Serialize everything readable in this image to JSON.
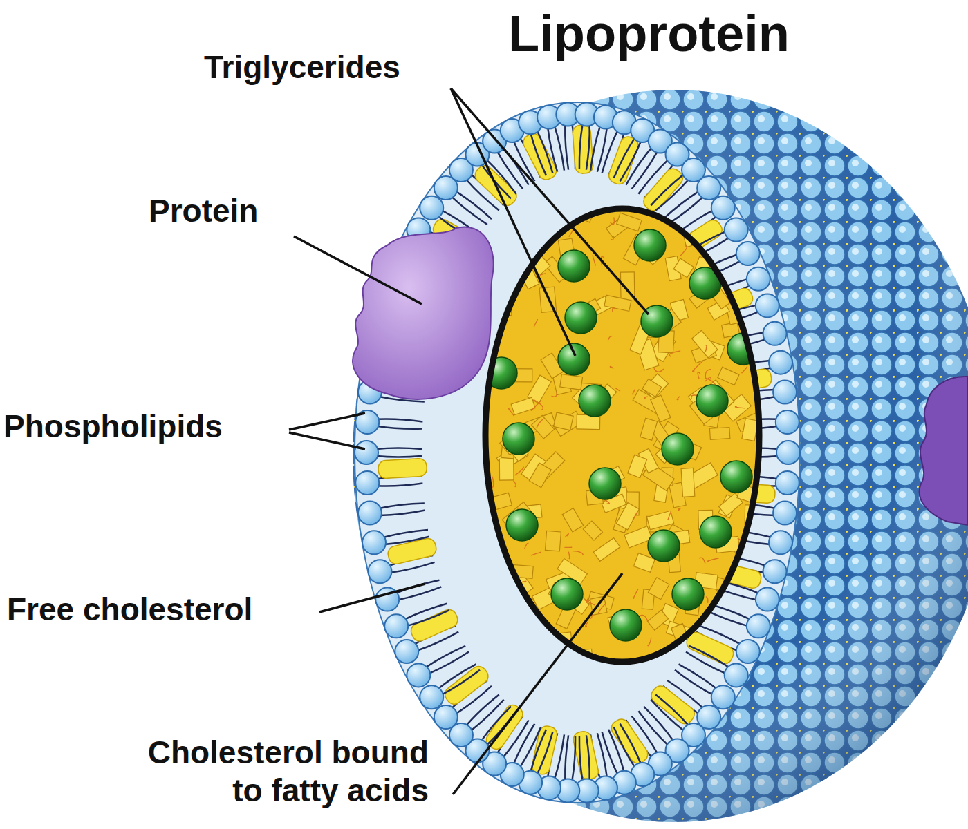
{
  "diagram": {
    "title": "Lipoprotein",
    "labels": [
      "Triglycerides",
      "Protein",
      "Phospholipids",
      "Free cholesterol",
      "Cholesterol bound to fatty acids"
    ]
  }
}
